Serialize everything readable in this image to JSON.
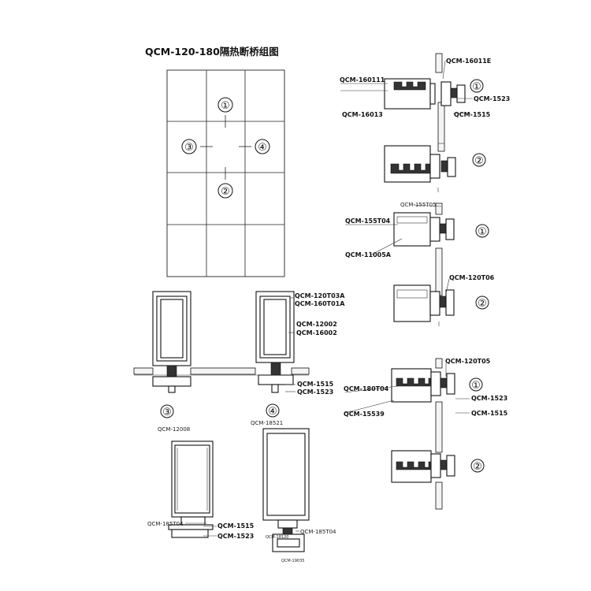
{
  "title": "QCM-120-180隔热断桥组图",
  "elevation_markers": [
    "①",
    "②",
    "③",
    "④"
  ],
  "section_1": {
    "labels": [
      "QCM-16011E",
      "QCM-160111",
      "QCM-16013",
      "QCM-1523",
      "QCM-1515"
    ],
    "numbers": [
      "①",
      "②"
    ]
  },
  "section_2": {
    "labels": [
      "QCM-155T05",
      "QCM-155T04",
      "QCM-11005A",
      "QCM-120T06"
    ],
    "numbers": [
      "①",
      "②"
    ]
  },
  "section_3": {
    "labels": [
      "QCM-120T05",
      "QCM-180T04",
      "QCM-15539",
      "QCM-1523",
      "QCM-1515"
    ],
    "numbers": [
      "①",
      "②"
    ]
  },
  "horizontal_sections": {
    "labels": [
      "QCM-120T03A",
      "QCM-160T01A",
      "QCM-12002",
      "QCM-16002",
      "QCM-1515",
      "QCM-1523"
    ],
    "numbers": [
      "③",
      "④"
    ],
    "sublabels": [
      "QCM-12008",
      "QCM-18521"
    ]
  },
  "bottom_left": {
    "labels": [
      "QCM-185T04",
      "QCM-1515",
      "QCM-1523"
    ]
  },
  "bottom_right": {
    "labels": [
      "QCM-185T04",
      "QCM-19035",
      "QCM-18120"
    ]
  }
}
